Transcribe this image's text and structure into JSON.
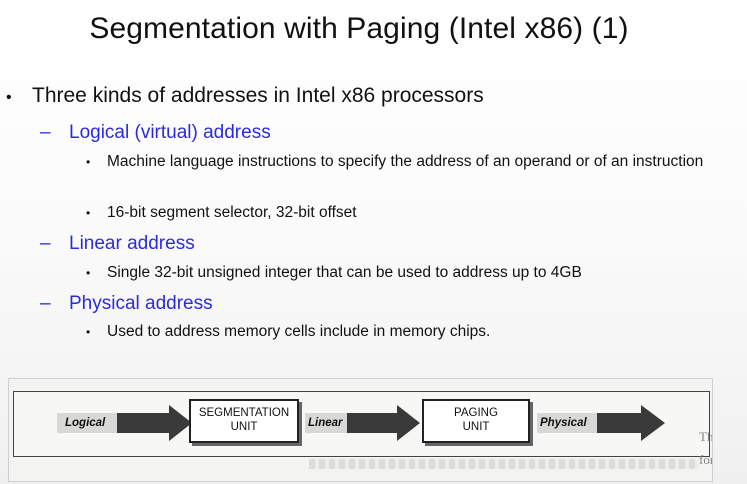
{
  "slide": {
    "title": "Segmentation with Paging (Intel x86) (1)",
    "main_bullet": "Three kinds of addresses in Intel x86 processors",
    "items": [
      {
        "heading": "Logical (virtual) address",
        "points": [
          "Machine language instructions to specify the address of  an operand or of an instruction",
          "16-bit segment selector, 32-bit offset"
        ]
      },
      {
        "heading": "Linear address",
        "points": [
          "Single 32-bit unsigned integer that can be used to address up to 4GB"
        ]
      },
      {
        "heading": "Physical address",
        "points": [
          "Used to address memory cells include in memory chips."
        ]
      }
    ]
  },
  "figure": {
    "boxes": [
      {
        "line1": "SEGMENTATION",
        "line2": "UNIT"
      },
      {
        "line1": "PAGING",
        "line2": "UNIT"
      }
    ],
    "arrow_labels": [
      "Logical",
      "Linear",
      "Physical"
    ],
    "scan_text": [
      "This",
      "forced"
    ]
  },
  "colors": {
    "heading": "#2b2bdc",
    "text": "#111111"
  }
}
